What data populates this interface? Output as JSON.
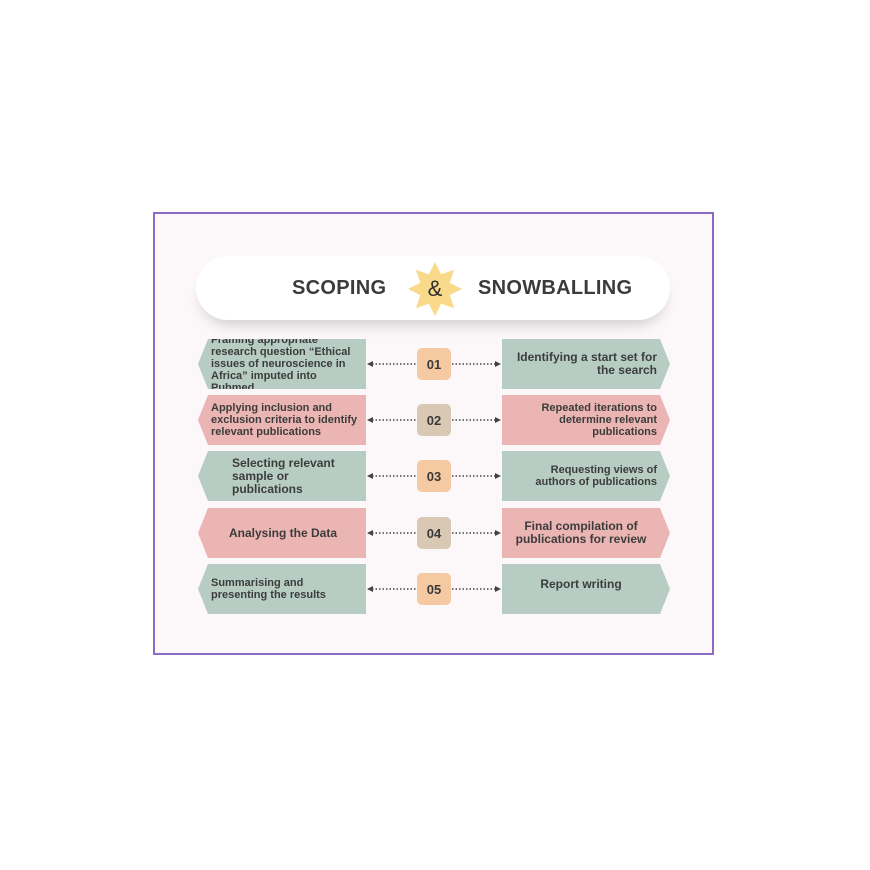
{
  "title": {
    "left": "SCOPING",
    "amp": "&",
    "right": "SNOWBALLING"
  },
  "steps": [
    {
      "num": "01",
      "left": "Framing appropriate research question “Ethical issues of neuroscience in Africa” imputed into Pubmed",
      "right": "Identifying a start set for the search"
    },
    {
      "num": "02",
      "left": "Applying inclusion and exclusion criteria to identify relevant publications",
      "right": "Repeated  iterations to determine relevant publications"
    },
    {
      "num": "03",
      "left": "Selecting relevant sample or publications",
      "right": "Requesting views of authors of publications"
    },
    {
      "num": "04",
      "left": "Analysing the Data",
      "right": "Final compilation of publications for review"
    },
    {
      "num": "05",
      "left": "Summarising and presenting the results",
      "right": "Report writing"
    }
  ],
  "colors": {
    "green": "#b7cdc3",
    "pink": "#eab5b3",
    "badge_orange": "#f5c9a2",
    "badge_tan": "#d9c8b4",
    "star": "#f9d98a",
    "frame": "#8a6cc4"
  }
}
